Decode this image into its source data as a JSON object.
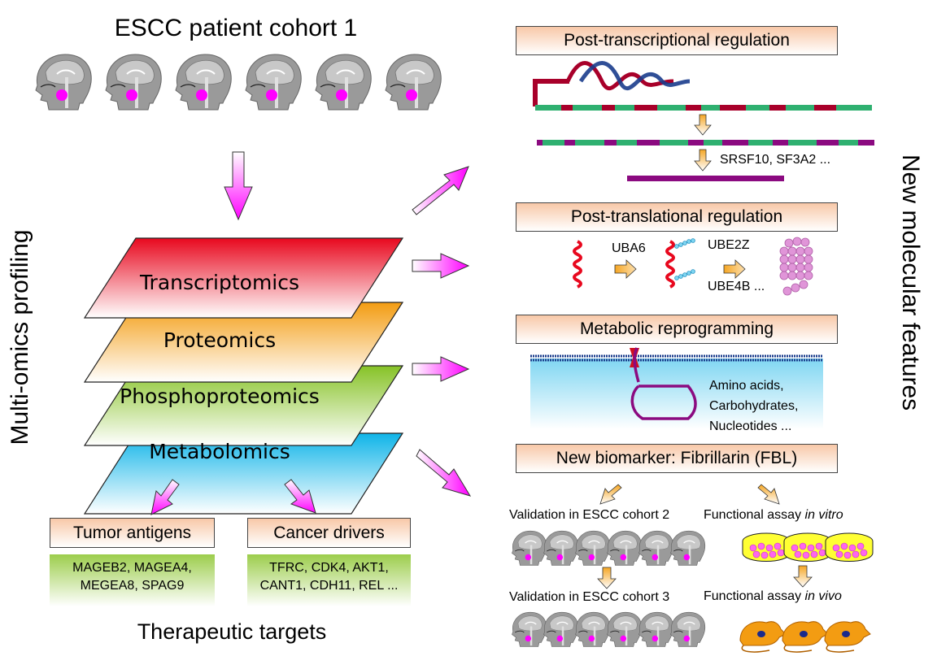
{
  "left": {
    "cohort_title": "ESCC patient cohort 1",
    "side_label": "Multi-omics profiling",
    "layers": [
      {
        "label": "Transcriptomics",
        "color": "#e8081e"
      },
      {
        "label": "Proteomics",
        "color": "#f39c12"
      },
      {
        "label": "Phosphoproteomics",
        "color": "#86c226"
      },
      {
        "label": "Metabolomics",
        "color": "#0fb4e8"
      }
    ],
    "targets": {
      "tumor_antigens": {
        "title": "Tumor antigens",
        "genes_line1": "MAGEB2, MAGEA4,",
        "genes_line2": "MEGEA8, SPAG9"
      },
      "cancer_drivers": {
        "title": "Cancer drivers",
        "genes_line1": "TFRC, CDK4, AKT1,",
        "genes_line2": "CANT1, CDH11, REL ..."
      },
      "footer": "Therapeutic targets"
    }
  },
  "right": {
    "side_label": "New molecular features",
    "post_transcriptional": {
      "title": "Post-transcriptional regulation",
      "factors": "SRSF10, SF3A2 ..."
    },
    "post_translational": {
      "title": "Post-translational regulation",
      "enzyme1": "UBA6",
      "enzyme2": "UBE2Z",
      "enzyme3": "UBE4B ..."
    },
    "metabolic": {
      "title": "Metabolic reprogramming",
      "line1": "Amino acids,",
      "line2": "Carbohydrates,",
      "line3": "Nucleotides ..."
    },
    "biomarker": {
      "title": "New biomarker: Fibrillarin (FBL)",
      "validation2": "Validation in ESCC cohort 2",
      "validation3": "Validation in ESCC cohort 3",
      "invitro_prefix": "Functional assay ",
      "invitro_em": "in vitro",
      "invivo_prefix": "Functional assay ",
      "invivo_em": "in vivo"
    }
  },
  "colors": {
    "magenta_arrow": "#ff00ff",
    "orange_arrow": "#f5a623",
    "header_fill": "#f8c8a8",
    "exon_green": "#2fb070",
    "intron_red": "#a8002a",
    "mrna_purple": "#8b0a80"
  }
}
